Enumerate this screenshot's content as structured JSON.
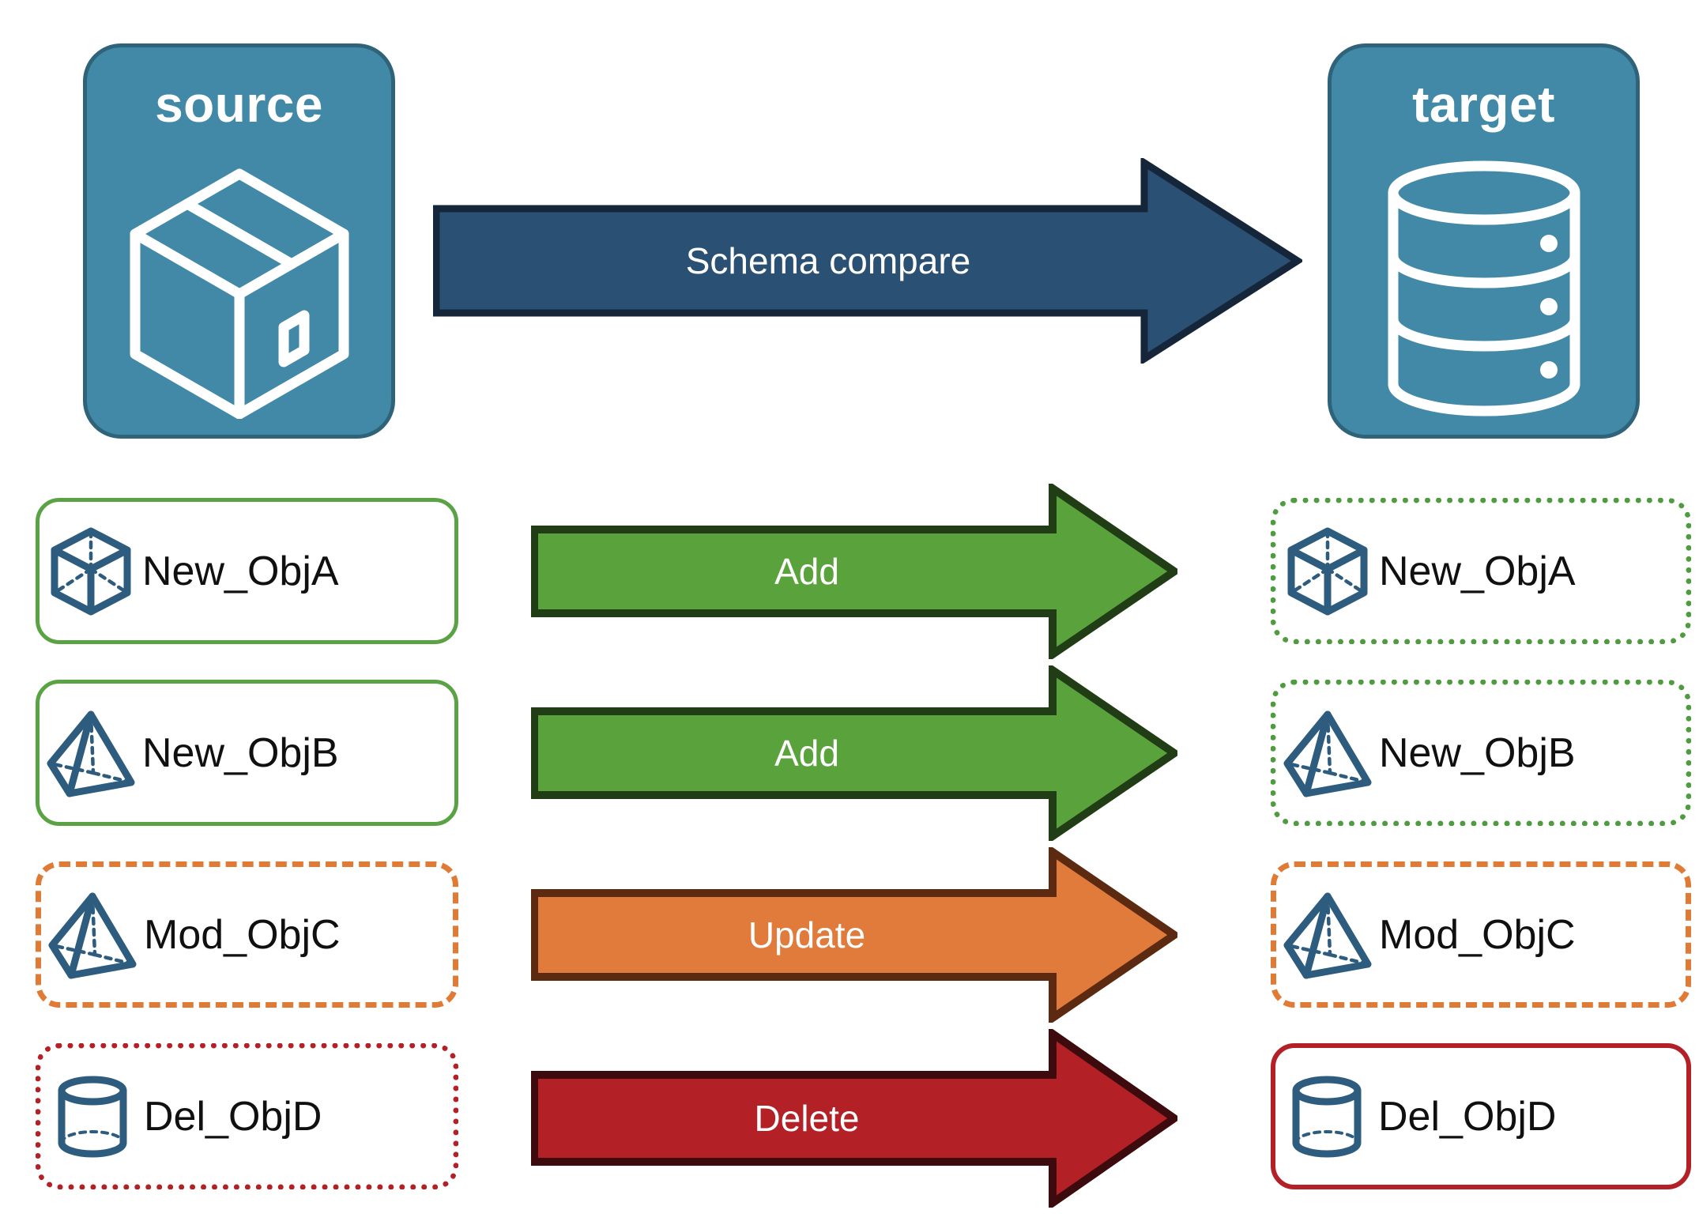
{
  "diagram": {
    "title": "Schema compare source to target",
    "colors": {
      "endpoint_fill": "#4289a8",
      "endpoint_border": "#2e6379",
      "compare_arrow_fill": "#2a5073",
      "compare_arrow_border": "#16263a",
      "add_fill": "#5aa33c",
      "add_border": "#203d15",
      "update_fill": "#e07b3c",
      "update_border": "#5c2a11",
      "delete_fill": "#b32026",
      "delete_border": "#3d0b0e",
      "icon_blue": "#2d5c7f",
      "green_outline": "#5aa345",
      "orange_outline": "#e07b36",
      "red_outline": "#b32026",
      "text_dark": "#101010",
      "text_light": "#ffffff"
    },
    "endpoints": {
      "source": {
        "label": "source",
        "icon": "package-cube-icon"
      },
      "target": {
        "label": "target",
        "icon": "database-cylinder-icon"
      }
    },
    "compare_arrow": {
      "label": "Schema compare",
      "direction": "right"
    },
    "rows": [
      {
        "action": "Add",
        "action_kind": "add",
        "source": {
          "label": "New_ObjA",
          "icon": "wireframe-cube-icon",
          "border": "solid"
        },
        "target": {
          "label": "New_ObjA",
          "icon": "wireframe-cube-icon",
          "border": "dotted"
        }
      },
      {
        "action": "Add",
        "action_kind": "add",
        "source": {
          "label": "New_ObjB",
          "icon": "wireframe-pyramid-icon",
          "border": "solid"
        },
        "target": {
          "label": "New_ObjB",
          "icon": "wireframe-pyramid-icon",
          "border": "dotted"
        }
      },
      {
        "action": "Update",
        "action_kind": "update",
        "source": {
          "label": "Mod_ObjC",
          "icon": "wireframe-pyramid-icon",
          "border": "dashed"
        },
        "target": {
          "label": "Mod_ObjC",
          "icon": "wireframe-pyramid-icon",
          "border": "dashed"
        }
      },
      {
        "action": "Delete",
        "action_kind": "delete",
        "source": {
          "label": "Del_ObjD",
          "icon": "wireframe-cylinder-icon",
          "border": "dotted"
        },
        "target": {
          "label": "Del_ObjD",
          "icon": "wireframe-cylinder-icon",
          "border": "solid"
        }
      }
    ]
  }
}
